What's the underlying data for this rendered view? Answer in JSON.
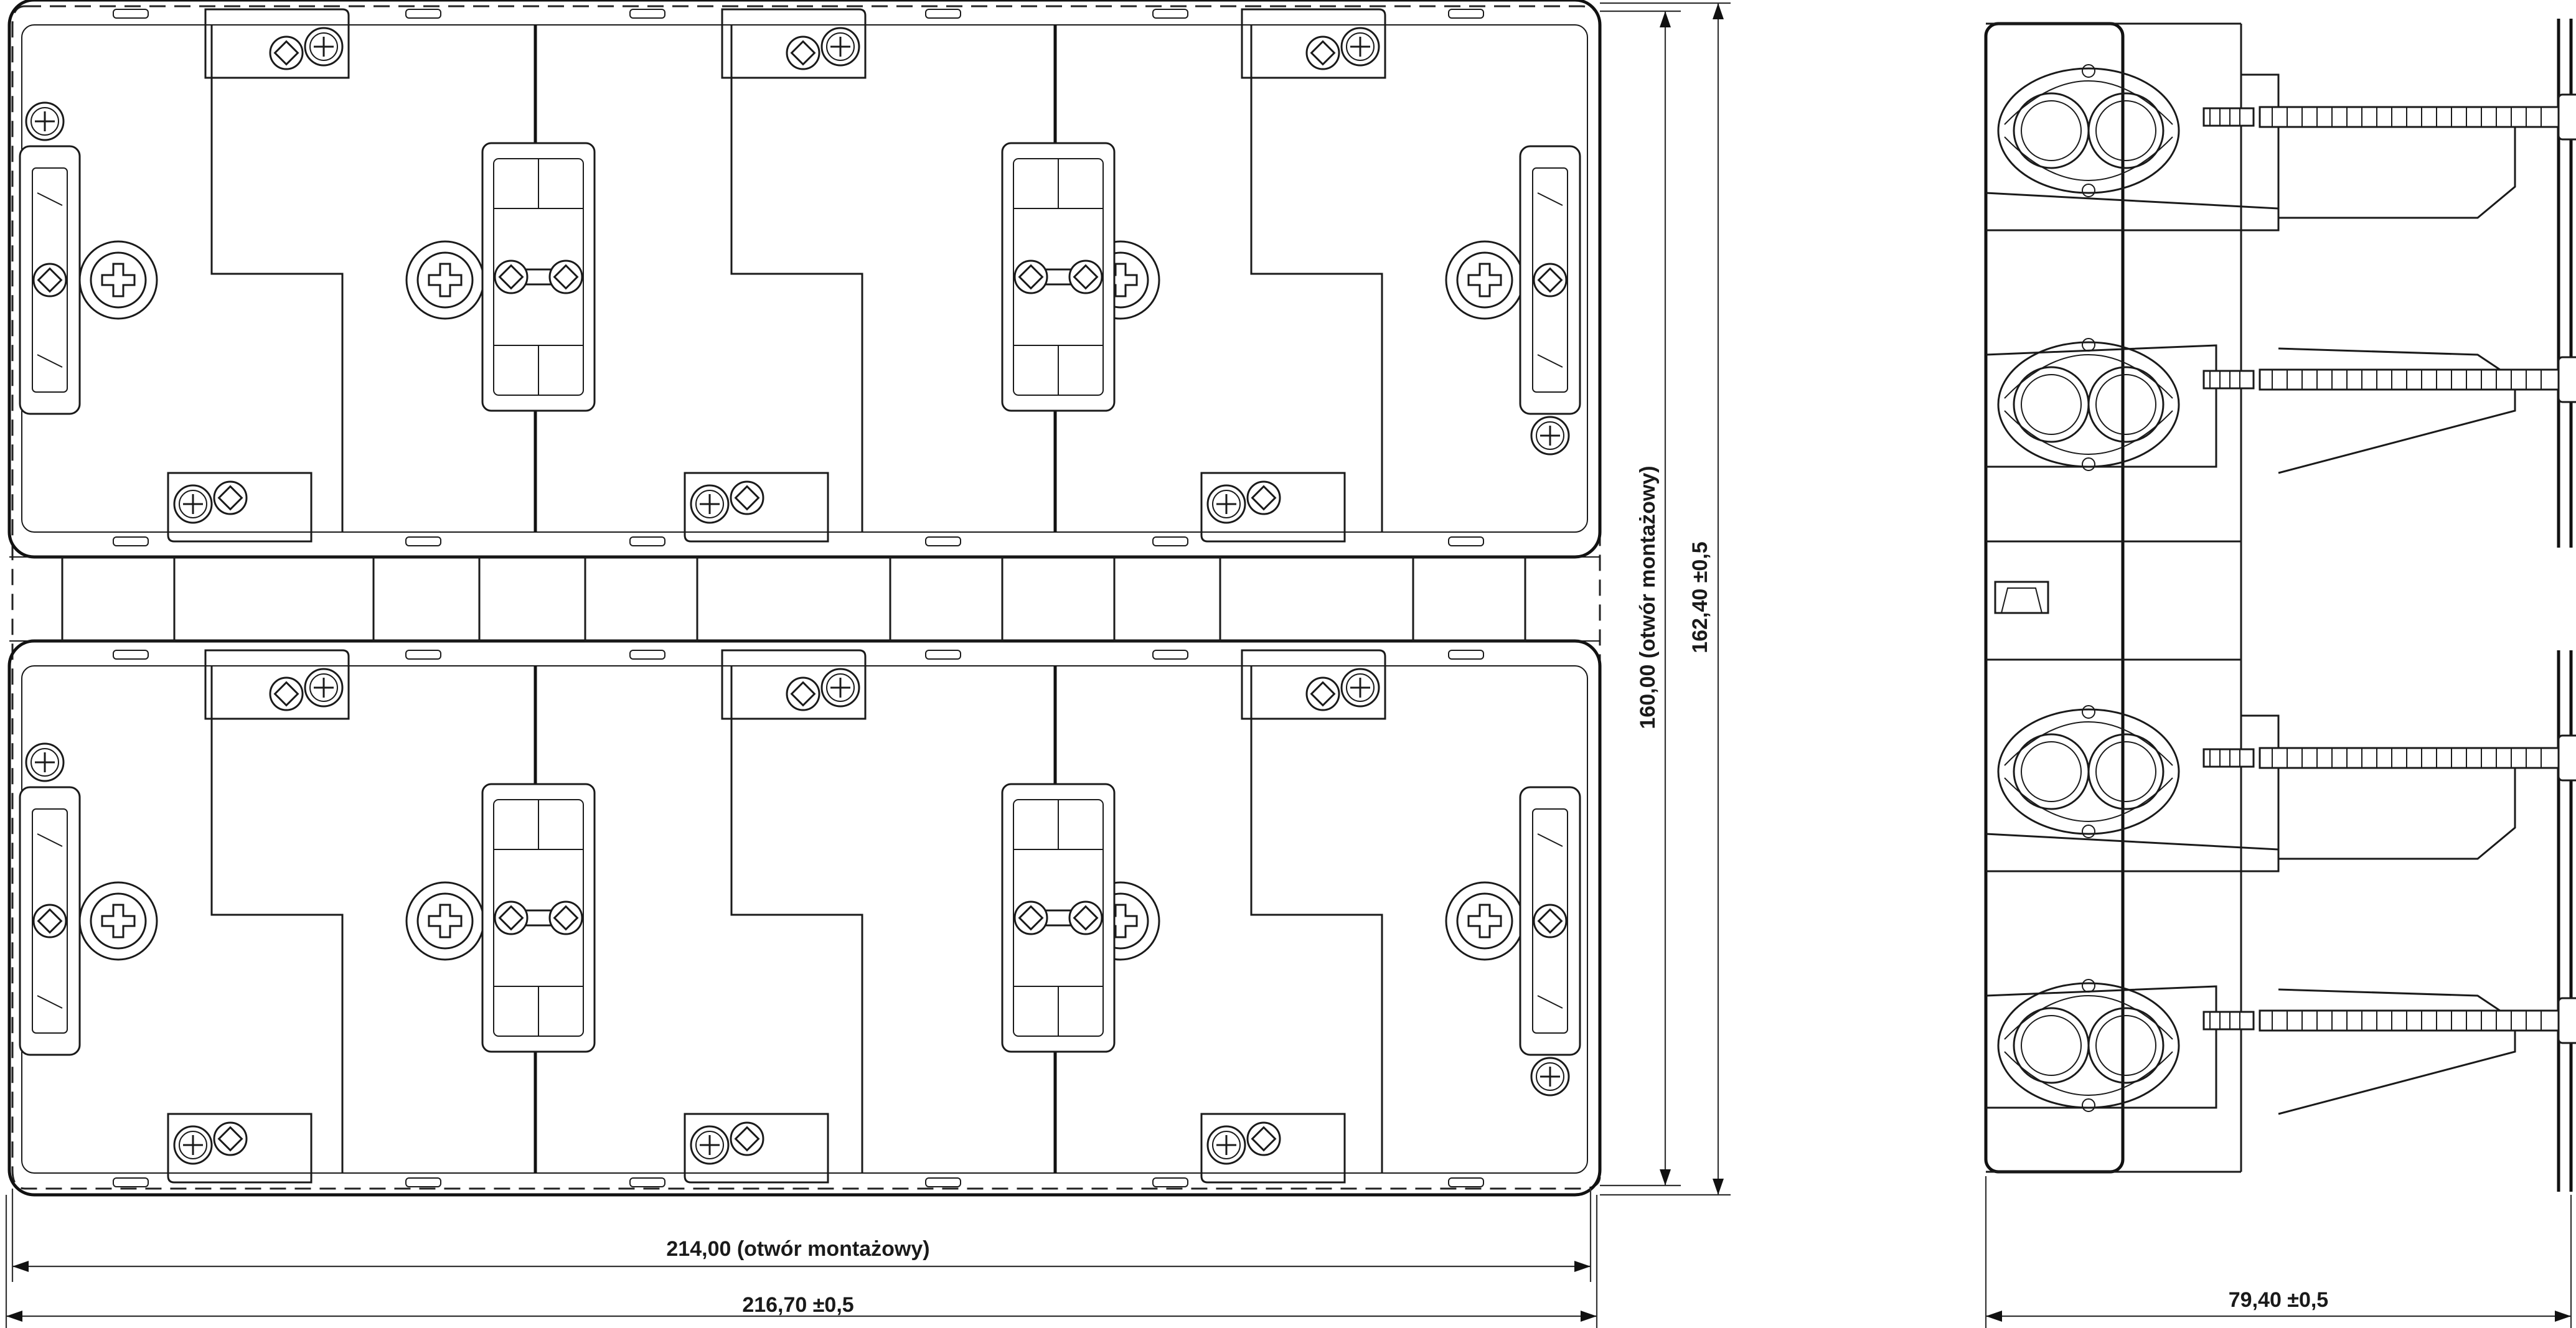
{
  "dimensions": {
    "width_mount_hole": "214,00  (otwór montażowy)",
    "width_total": "216,70 ±0,5",
    "height_mount_hole": "160,00  (otwór montażowy)",
    "height_total": "162,40 ±0,5",
    "depth_total": "79,40 ±0,5"
  }
}
